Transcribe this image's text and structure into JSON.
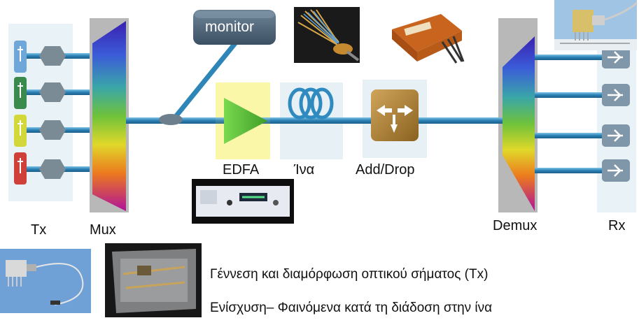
{
  "labels": {
    "monitor": "monitor",
    "edfa": "EDFA",
    "fiber": "Ίνα",
    "add_drop": "Add/Drop",
    "tx": "Tx",
    "mux": "Mux",
    "demux": "Demux",
    "rx": "Rx"
  },
  "captions": [
    "Γέννεση και διαμόρφωση οπτικού σήματος (Tx)",
    "Ενίσχυση– Φαινόμενα κατά τη διάδοση στην ίνα"
  ],
  "colors": {
    "fiber": "#2e86b8",
    "edfa_box": "#fbf7a8",
    "amplifier": "#5cc23a",
    "panel": "#e9f3f7",
    "mux_frame": "#b8b8b8",
    "monitor_box": "#4f6577",
    "add_drop_block": "#b58a3a",
    "tx_lasers": [
      "#6fa8d8",
      "#3a8a4e",
      "#d3d83a",
      "#d0403a"
    ]
  },
  "icons": {
    "tx_laser": "laser-diode-icon",
    "coupler": "fiber-coupler-icon",
    "splitter": "tap-splitter-icon",
    "amplifier": "amplifier-triangle-icon",
    "fiber_spool": "fiber-spool-icon",
    "add_drop": "add-drop-arrows-icon",
    "rx_detector": "photodetector-icon"
  }
}
